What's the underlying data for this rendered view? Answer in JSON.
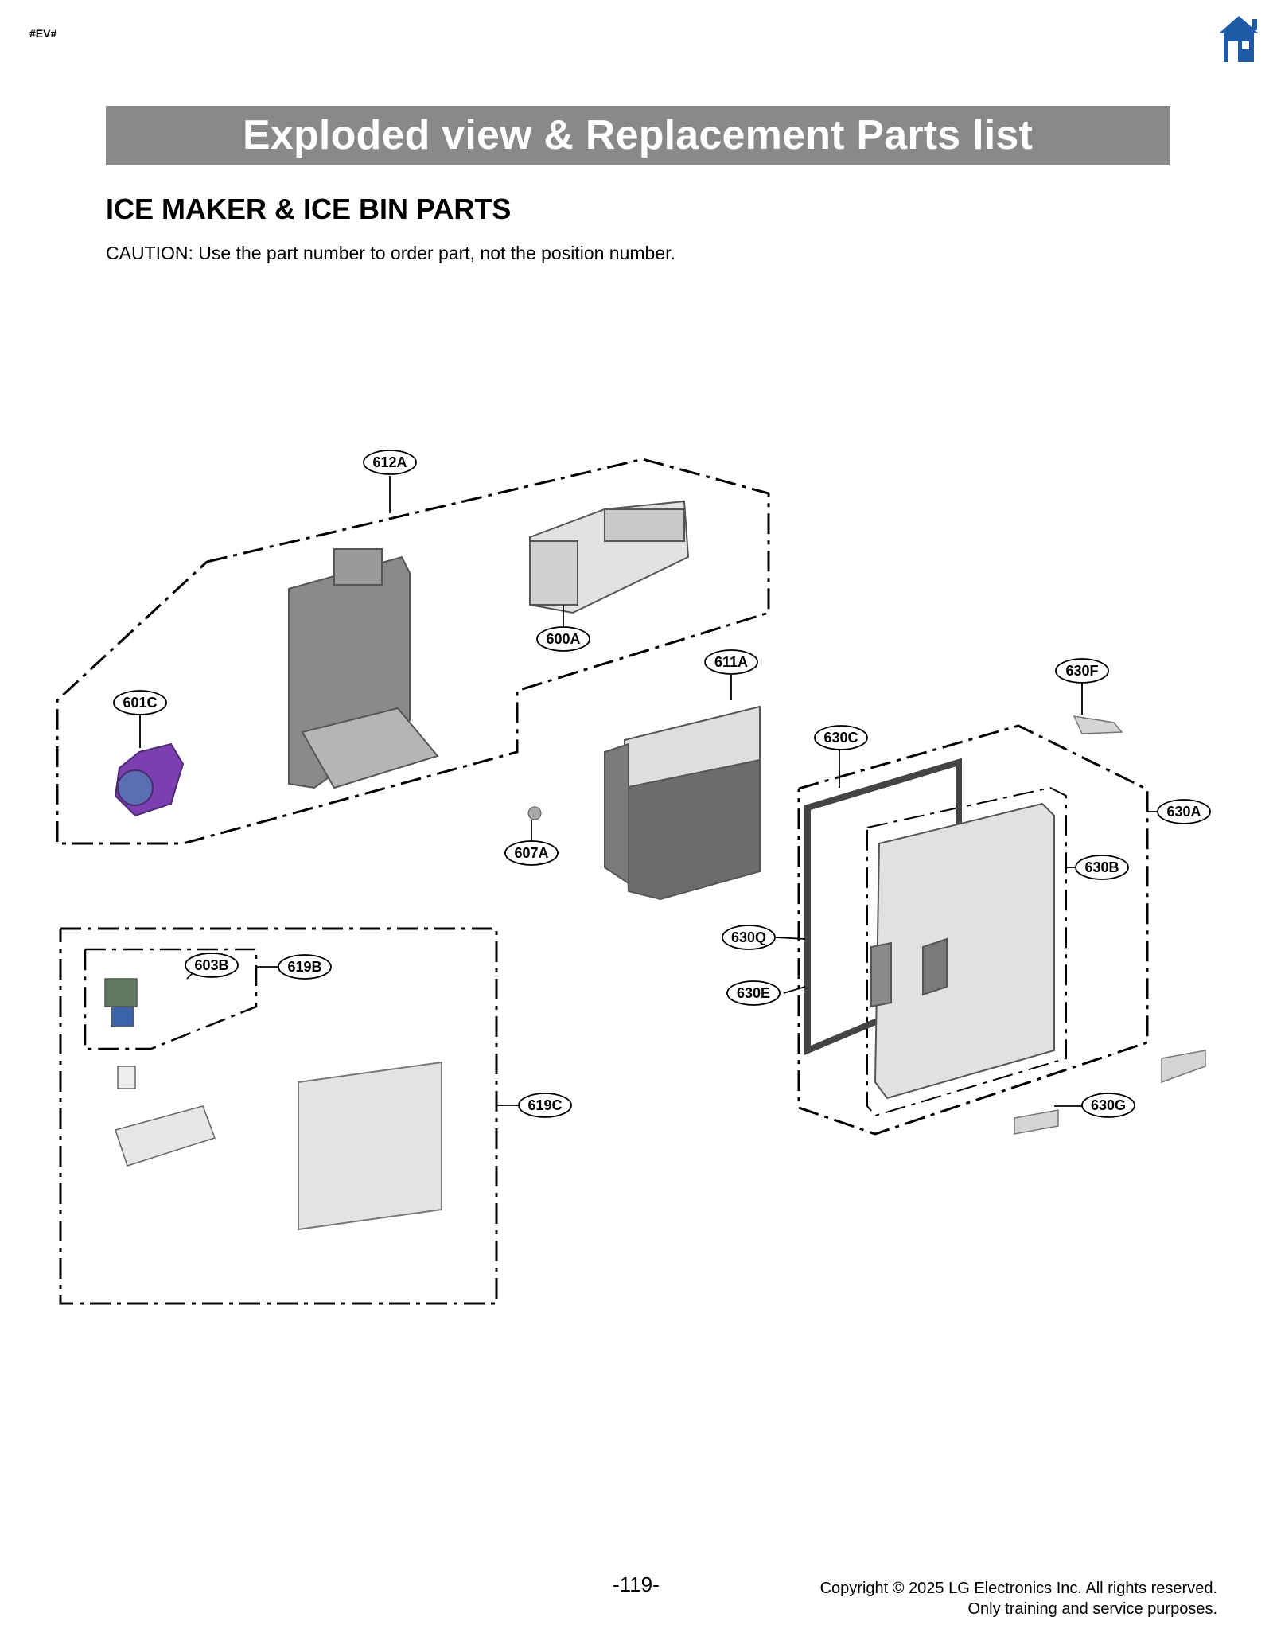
{
  "header": {
    "tag": "#EV#",
    "home_icon": "home-icon",
    "brand_color": "#1f5aa6"
  },
  "banner": {
    "title": "Exploded view & Replacement Parts list",
    "bg_color": "#898989"
  },
  "section": {
    "title": "ICE MAKER & ICE BIN PARTS",
    "caution": "CAUTION: Use the part number to order part, not the position number."
  },
  "callouts": {
    "c612A": "612A",
    "c600A": "600A",
    "c601C": "601C",
    "c611A": "611A",
    "c607A": "607A",
    "c630F": "630F",
    "c630C": "630C",
    "c630A": "630A",
    "c630B": "630B",
    "c630Q": "630Q",
    "c630E": "630E",
    "c630G": "630G",
    "c603B": "603B",
    "c619B": "619B",
    "c619C": "619C"
  },
  "footer": {
    "page_number": "-119-",
    "copyright_line1": "Copyright © 2025 LG Electronics Inc. All rights reserved.",
    "copyright_line2": "Only training and service purposes."
  }
}
